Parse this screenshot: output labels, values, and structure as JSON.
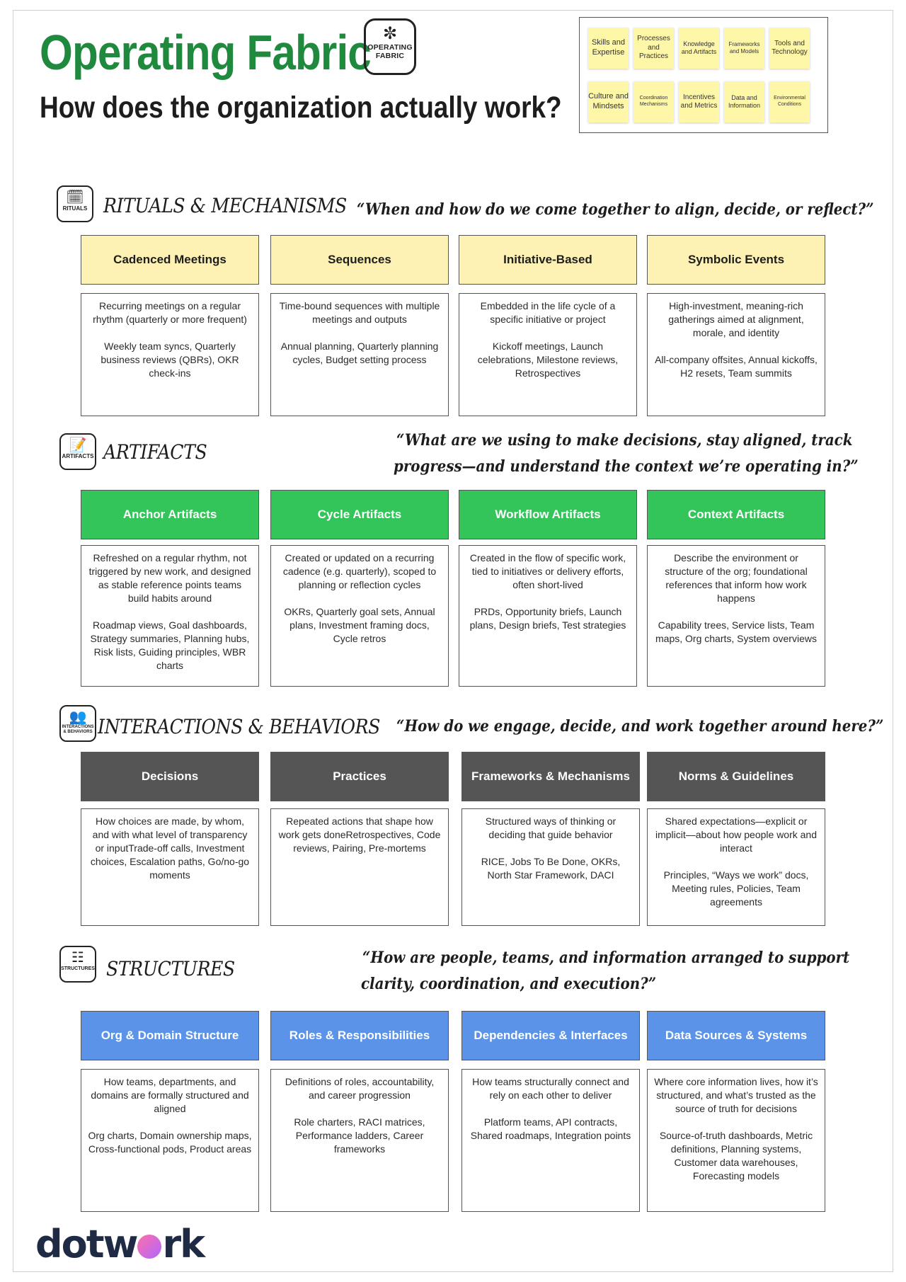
{
  "header": {
    "title": "Operating Fabric",
    "badge_text": "OPERATING FABRIC",
    "subtitle": "How does the organization actually work?"
  },
  "legend": {
    "stickies": [
      "Skills and Expertise",
      "Processes and Practices",
      "Knowledge and Artifacts",
      "Frameworks and Models",
      "Tools and Technology",
      "Culture and Mindsets",
      "Coordination Mechanisms",
      "Incentives and Metrics",
      "Data and Information",
      "Environmental Conditions"
    ],
    "sticky_color": "#fff7a8"
  },
  "sections": [
    {
      "icon_label": "RITUALS",
      "icon": "calendar-check-icon",
      "title": "RITUALS & MECHANISMS",
      "question": "“When and how do we come together to align, decide, or reflect?”",
      "header_color": "#fdf2b3",
      "cards": [
        {
          "title": "Cadenced Meetings",
          "description": "Recurring meetings on a regular rhythm (quarterly or more frequent)",
          "examples": "Weekly team syncs, Quarterly business reviews (QBRs), OKR check-ins"
        },
        {
          "title": "Sequences",
          "description": "Time-bound sequences with multiple meetings and outputs",
          "examples": "Annual planning, Quarterly planning cycles, Budget setting process"
        },
        {
          "title": "Initiative-Based",
          "description": "Embedded in the life cycle of a specific initiative or project",
          "examples": "Kickoff meetings, Launch celebrations, Milestone reviews, Retrospectives"
        },
        {
          "title": "Symbolic Events",
          "description": "High-investment, meaning-rich gatherings aimed at alignment, morale, and identity",
          "examples": "All-company offsites, Annual kickoffs, H2 resets, Team summits"
        }
      ]
    },
    {
      "icon_label": "ARTIFACTS",
      "icon": "document-pen-icon",
      "title": "ARTIFACTS",
      "question_lines": [
        "“What are we using to make decisions, stay aligned, track",
        "progress—and understand the context we’re operating in?”"
      ],
      "header_color": "#33c55a",
      "cards": [
        {
          "title": "Anchor Artifacts",
          "description": "Refreshed on a regular rhythm, not triggered by new work, and designed as stable reference points teams build habits around",
          "examples": "Roadmap views, Goal dashboards, Strategy summaries, Planning hubs, Risk lists, Guiding principles, WBR charts"
        },
        {
          "title": "Cycle Artifacts",
          "description": "Created or updated on a recurring cadence (e.g. quarterly), scoped to planning or reflection cycles",
          "examples": "OKRs, Quarterly goal sets, Annual plans, Investment framing docs, Cycle retros"
        },
        {
          "title": "Workflow Artifacts",
          "description": "Created in the flow of specific work, tied to initiatives or delivery efforts, often short-lived",
          "examples": "PRDs, Opportunity briefs, Launch plans, Design briefs, Test strategies"
        },
        {
          "title": "Context Artifacts",
          "description": "Describe the environment or structure of the org; foundational references that inform how work happens",
          "examples": "Capability trees, Service lists, Team maps, Org charts, System overviews"
        }
      ]
    },
    {
      "icon_label": "INTERACTIONS & BEHAVIORS",
      "icon": "people-group-icon",
      "title": "INTERACTIONS & BEHAVIORS",
      "question": "“How do we engage, decide, and work together around here?”",
      "header_color": "#555555",
      "cards": [
        {
          "title": "Decisions",
          "description": "How choices are made, by whom, and with what level of transparency or inputTrade-off calls, Investment choices, Escalation paths, Go/no-go moments",
          "examples": ""
        },
        {
          "title": "Practices",
          "description": "Repeated actions that shape how work gets doneRetrospectives, Code reviews, Pairing, Pre-mortems",
          "examples": ""
        },
        {
          "title": "Frameworks & Mechanisms",
          "description": "Structured ways of thinking or deciding that guide behavior",
          "examples": "RICE, Jobs To Be Done, OKRs, North Star Framework, DACI"
        },
        {
          "title": "Norms & Guidelines",
          "description": "Shared expectations—explicit or implicit—about how people work and interact",
          "examples": "Principles, “Ways we work” docs, Meeting rules, Policies, Team agreements"
        }
      ]
    },
    {
      "icon_label": "STRUCTURES",
      "icon": "org-chart-icon",
      "title": "STRUCTURES",
      "question_lines": [
        "“How are people, teams, and information arranged to support",
        "clarity, coordination, and execution?”"
      ],
      "header_color": "#5a93e8",
      "cards": [
        {
          "title": "Org & Domain Structure",
          "description": "How teams, departments, and domains are formally structured and aligned",
          "examples": "Org charts, Domain ownership maps, Cross-functional pods, Product areas"
        },
        {
          "title": "Roles & Responsibilities",
          "description": "Definitions of roles, accountability, and career progression",
          "examples": "Role charters, RACI matrices, Performance ladders, Career frameworks"
        },
        {
          "title": "Dependencies & Interfaces",
          "description": "How teams structurally connect and rely on each other to deliver",
          "examples": "Platform teams, API contracts, Shared roadmaps, Integration points"
        },
        {
          "title": "Data Sources & Systems",
          "description": "Where core information lives, how it’s structured, and what’s trusted as the source of truth for decisions",
          "examples": "Source-of-truth dashboards, Metric definitions, Planning systems, Customer data warehouses, Forecasting models"
        }
      ]
    }
  ],
  "footer": {
    "logo_left": "dotw",
    "logo_right": "rk"
  }
}
